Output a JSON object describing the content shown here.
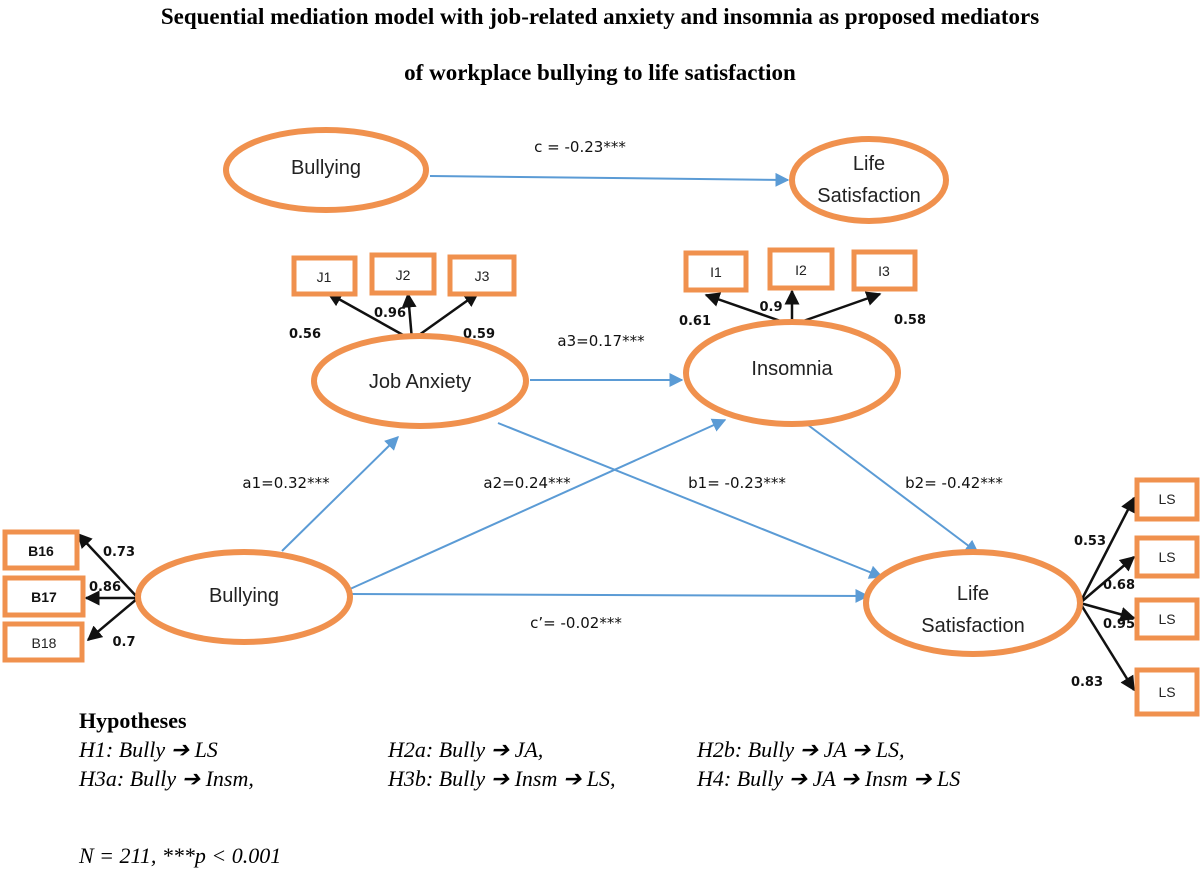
{
  "title": {
    "line1": "Sequential mediation model with job-related anxiety and insomnia as proposed mediators",
    "line2": "of workplace bullying to life satisfaction"
  },
  "colors": {
    "node_border": "#F0914E",
    "structural_path": "#5B9BD5",
    "measurement_path": "#111111"
  },
  "top_model": {
    "bullying": "Bullying",
    "life_satisfaction_line1": "Life",
    "life_satisfaction_line2": "Satisfaction",
    "c_path": "c = -0.23***"
  },
  "job_anxiety": {
    "label": "Job Anxiety",
    "indicators": [
      "J1",
      "J2",
      "J3"
    ],
    "loadings": [
      "0.56",
      "0.96",
      "0.59"
    ]
  },
  "insomnia": {
    "label": "Insomnia",
    "indicators": [
      "I1",
      "I2",
      "I3"
    ],
    "loadings": [
      "0.61",
      "0.9",
      "0.58"
    ]
  },
  "bullying": {
    "label": "Bullying",
    "indicators": [
      "B16",
      "B17",
      "B18"
    ],
    "loadings": [
      "0.73",
      "0.86",
      "0.7"
    ]
  },
  "life_satisfaction": {
    "line1": "Life",
    "line2": "Satisfaction",
    "indicators": [
      "LS",
      "LS",
      "LS",
      "LS"
    ],
    "loadings": [
      "0.53",
      "0.68",
      "0.95",
      "0.83"
    ]
  },
  "paths": {
    "a1": "a1=0.32***",
    "a2": "a2=0.24***",
    "a3": "a3=0.17***",
    "b1": "b1= -0.23***",
    "b2": "b2= -0.42***",
    "c_prime": "c’= -0.02***"
  },
  "hypotheses": {
    "heading": "Hypotheses",
    "items": [
      "H1: Bully ➔ LS",
      "H2a: Bully ➔ JA,",
      "H2b: Bully ➔ JA ➔ LS,",
      "H3a: Bully ➔ Insm,",
      "H3b: Bully ➔ Insm ➔ LS,",
      "H4: Bully ➔ JA ➔ Insm ➔ LS"
    ]
  },
  "note": "N = 211,  ***p < 0.001"
}
